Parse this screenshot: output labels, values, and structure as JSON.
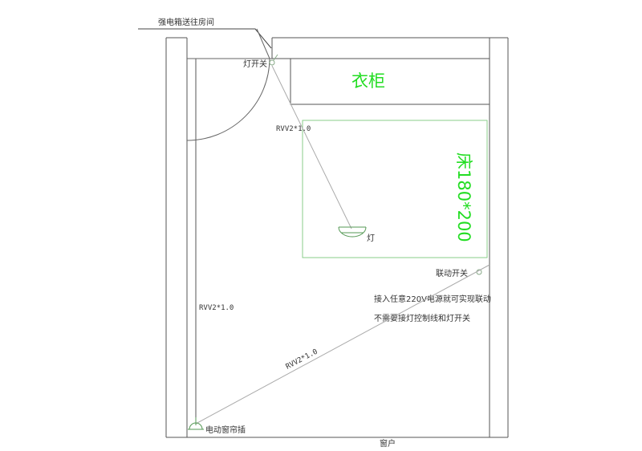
{
  "labels": {
    "power_box": "强电箱送往房间",
    "light_switch": "灯开关",
    "wardrobe": "衣柜",
    "bed": "床180*200",
    "light": "灯",
    "linked_switch": "联动开关",
    "note_line1": "接入任意220V电源就可实现联动",
    "note_line2": "不需要接灯控制线和灯开关",
    "cable_top": "RVV2*1.0",
    "cable_left": "RVV2*1.0",
    "cable_diag": "RVV2*1.0",
    "curtain_socket": "电动窗帘插",
    "window": "窗户"
  },
  "colors": {
    "wall": "#555555",
    "line": "#999999",
    "label_green": "#22dd22",
    "bed_outline": "#88cc88"
  }
}
